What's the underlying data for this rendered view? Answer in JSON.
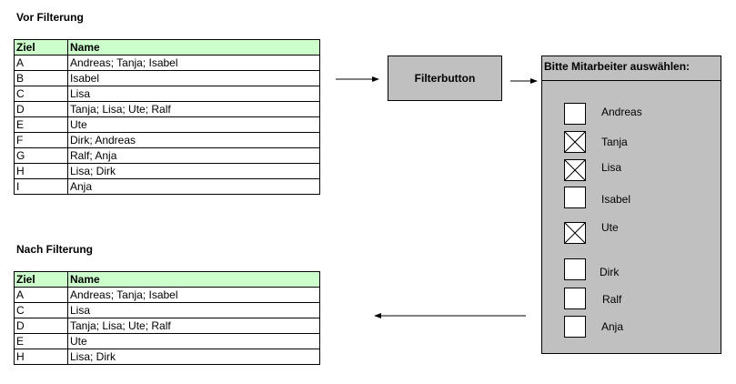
{
  "before": {
    "heading": "Vor Filterung",
    "headers": [
      "Ziel",
      "Name"
    ],
    "rows": [
      [
        "A",
        "Andreas; Tanja; Isabel"
      ],
      [
        "B",
        "Isabel"
      ],
      [
        "C",
        "Lisa"
      ],
      [
        "D",
        "Tanja; Lisa; Ute; Ralf"
      ],
      [
        "E",
        "Ute"
      ],
      [
        "F",
        "Dirk; Andreas"
      ],
      [
        "G",
        "Ralf; Anja"
      ],
      [
        "H",
        "Lisa; Dirk"
      ],
      [
        "I",
        "Anja"
      ]
    ]
  },
  "after": {
    "heading": "Nach Filterung",
    "headers": [
      "Ziel",
      "Name"
    ],
    "rows": [
      [
        "A",
        "Andreas; Tanja; Isabel"
      ],
      [
        "C",
        "Lisa"
      ],
      [
        "D",
        "Tanja; Lisa; Ute; Ralf"
      ],
      [
        "E",
        "Ute"
      ],
      [
        "H",
        "Lisa; Dirk"
      ]
    ]
  },
  "filter_button": {
    "label": "Filterbutton"
  },
  "panel": {
    "title": "Bitte Mitarbeiter auswählen:",
    "options": [
      {
        "label": "Andreas",
        "checked": false
      },
      {
        "label": "Tanja",
        "checked": true
      },
      {
        "label": "Lisa",
        "checked": true
      },
      {
        "label": "Isabel",
        "checked": false
      },
      {
        "label": "Ute",
        "checked": true
      },
      {
        "label": "Dirk",
        "checked": false
      },
      {
        "label": "Ralf",
        "checked": false
      },
      {
        "label": "Anja",
        "checked": false
      }
    ]
  },
  "icons": {
    "arrow_to_button": "arrow-right-icon",
    "arrow_to_panel": "arrow-right-icon",
    "arrow_back": "arrow-left-icon",
    "checked_mark": "x-mark-icon"
  }
}
